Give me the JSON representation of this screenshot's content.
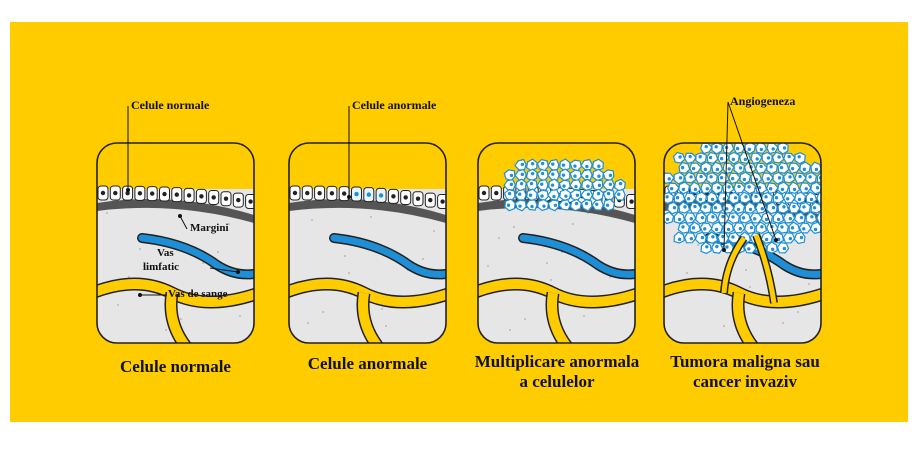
{
  "colors": {
    "background": "#FFCC00",
    "tissue": "#E6E6E6",
    "membrane": "#555555",
    "vessel_lymph": "#1E8FD6",
    "vessel_blood": "#FFCC00",
    "cell_outline": "#1E8FD6",
    "normal_cell": "#FFFFFF"
  },
  "panels": [
    {
      "caption": "Celule normale",
      "callouts": {
        "top": "Celule normale",
        "margins": "Margini",
        "lymph_1": "Vas",
        "lymph_2": "limfatic",
        "blood": "Vas de sange"
      }
    },
    {
      "caption": "Celule anormale",
      "callouts": {
        "top": "Celule anormale"
      }
    },
    {
      "caption_line1": "Multiplicare anormala",
      "caption_line2": "a celulelor"
    },
    {
      "caption_line1": "Tumora maligna sau",
      "caption_line2": "cancer invaziv",
      "callouts": {
        "top": "Angiogeneza"
      }
    }
  ]
}
